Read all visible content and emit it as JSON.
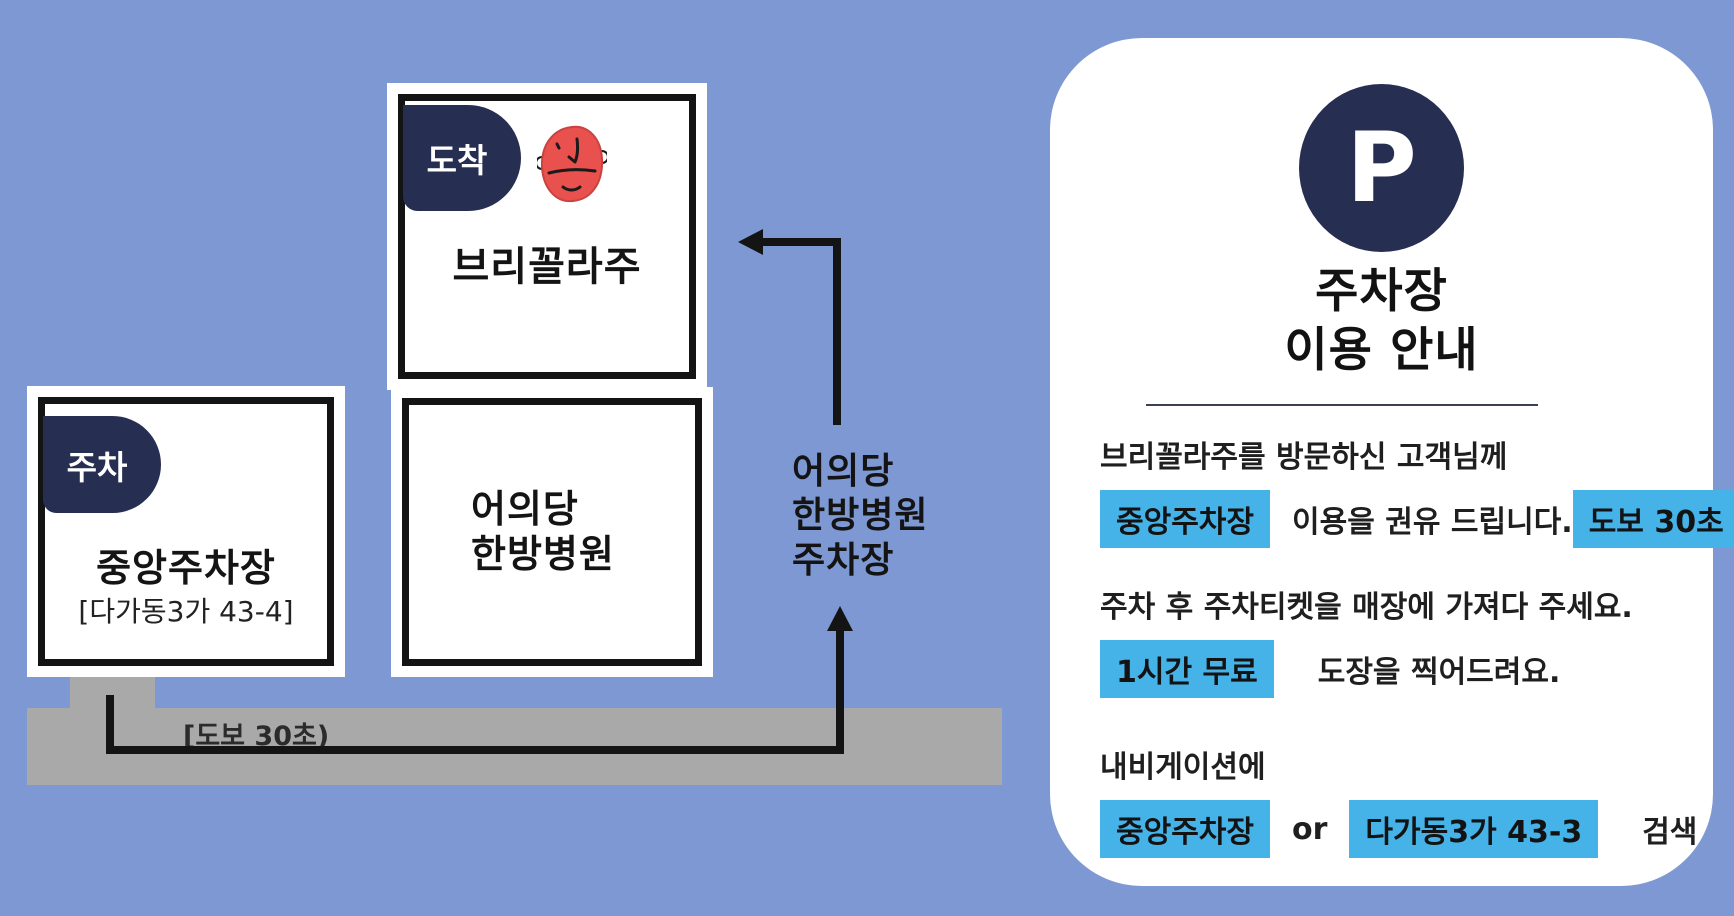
{
  "colors": {
    "background": "#7d98d2",
    "navy": "#262e52",
    "highlight_blue": "#45b2e8",
    "road_gray": "#a9a9a9",
    "card_white": "#ffffff"
  },
  "map": {
    "destination_box": {
      "badge": "도착",
      "name": "브리꼴라주",
      "face_icon": "red-face-doodle"
    },
    "parking_box": {
      "badge": "주차",
      "name": "중앙주차장",
      "address": "[다가동3가 43-4]"
    },
    "hospital_box": {
      "name_line1": "어의당",
      "name_line2": "한방병원"
    },
    "hospital_parking_label": {
      "line1": "어의당",
      "line2": "한방병원",
      "line3": "주차장"
    },
    "road_label": "[도보 30초)"
  },
  "card": {
    "parking_symbol": "P",
    "title_line1": "주차장",
    "title_line2": "이용 안내",
    "intro_line": "브리꼴라주를 방문하신 고객님께",
    "recommend": {
      "highlight": "중앙주차장",
      "text": "이용을 권유 드립니다.",
      "badge": "도보 30초"
    },
    "ticket_line": "주차 후 주차티켓을 매장에 가져다 주세요.",
    "stamp": {
      "highlight": "1시간 무료",
      "text": "도장을 찍어드려요."
    },
    "nav_line": "내비게이션에",
    "search": {
      "highlight1": "중앙주차장",
      "or_text": "or",
      "highlight2": "다가동3가 43-3",
      "text": "검색"
    }
  }
}
